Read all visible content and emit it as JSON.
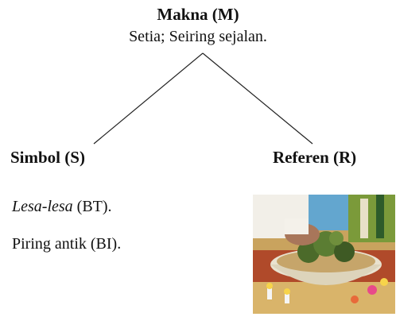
{
  "makna": {
    "title": "Makna (M)",
    "description": "Setia; Seiring sejalan."
  },
  "simbol": {
    "title": "Simbol (S)",
    "items": [
      {
        "term": "Lesa-lesa",
        "suffix": " (BT)."
      },
      {
        "text": "Piring antik (BI)."
      }
    ]
  },
  "referen": {
    "title": "Referen (R)"
  },
  "colors": {
    "text": "#111111",
    "line": "#222222",
    "bowl": "#e9e2cf",
    "cloth": "#a3362a",
    "sky": "#63a6cf"
  }
}
